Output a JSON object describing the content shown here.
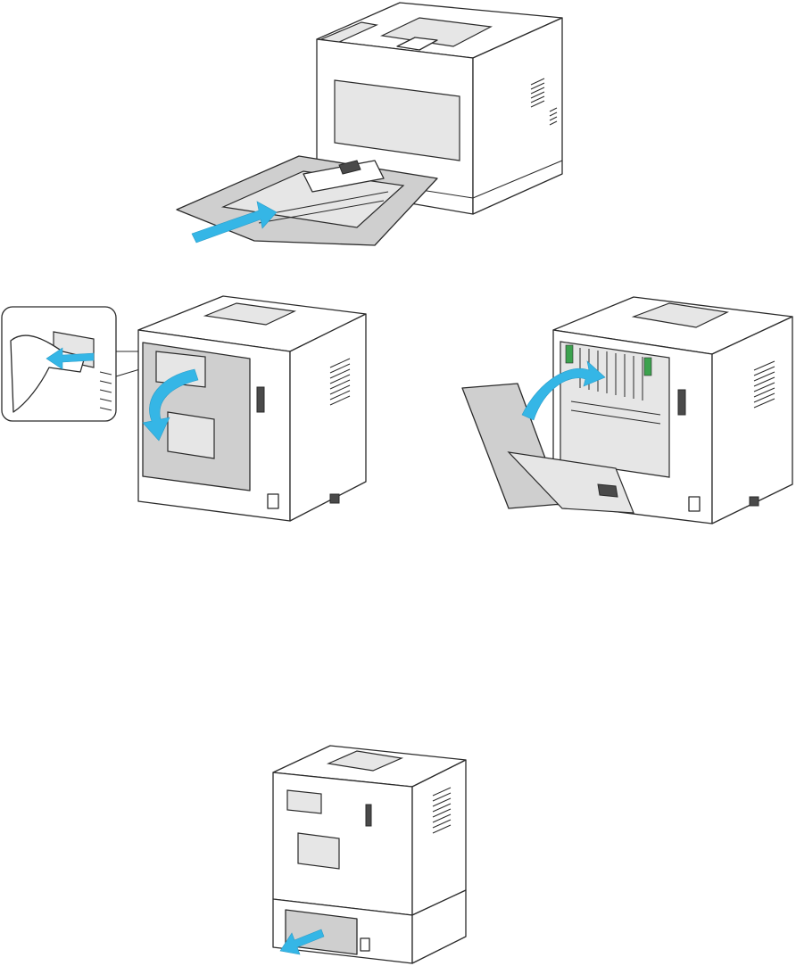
{
  "figure": {
    "steps": [
      {
        "id": "step-insert-bypass-tray",
        "icon": "insert-tray-arrow-icon"
      },
      {
        "id": "step-open-rear-door",
        "icon": "swing-door-open-arrow-icon"
      },
      {
        "id": "step-close-rear-door",
        "icon": "swing-door-close-arrow-icon"
      },
      {
        "id": "step-pull-lower-tray",
        "icon": "pull-out-arrow-icon"
      }
    ],
    "colors": {
      "arrow": "#35b6e6",
      "door_panel": "#cfcfcf",
      "outline": "#2b2b2b",
      "fuser_lever": "#3ca24e"
    }
  }
}
